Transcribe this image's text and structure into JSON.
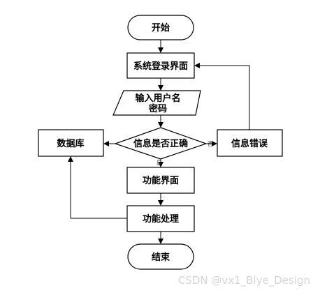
{
  "flowchart": {
    "start": "开始",
    "login_page": "系统登录界面",
    "input_line1": "输入用户名",
    "input_line2": "密码",
    "decision": "信息是否正确",
    "database": "数据库",
    "error": "信息错误",
    "function_page": "功能界面",
    "function_process": "功能处理",
    "end": "结束",
    "label_no": "否",
    "label_yes": "是"
  },
  "watermark": "CSDN @vx1_Biye_Design"
}
